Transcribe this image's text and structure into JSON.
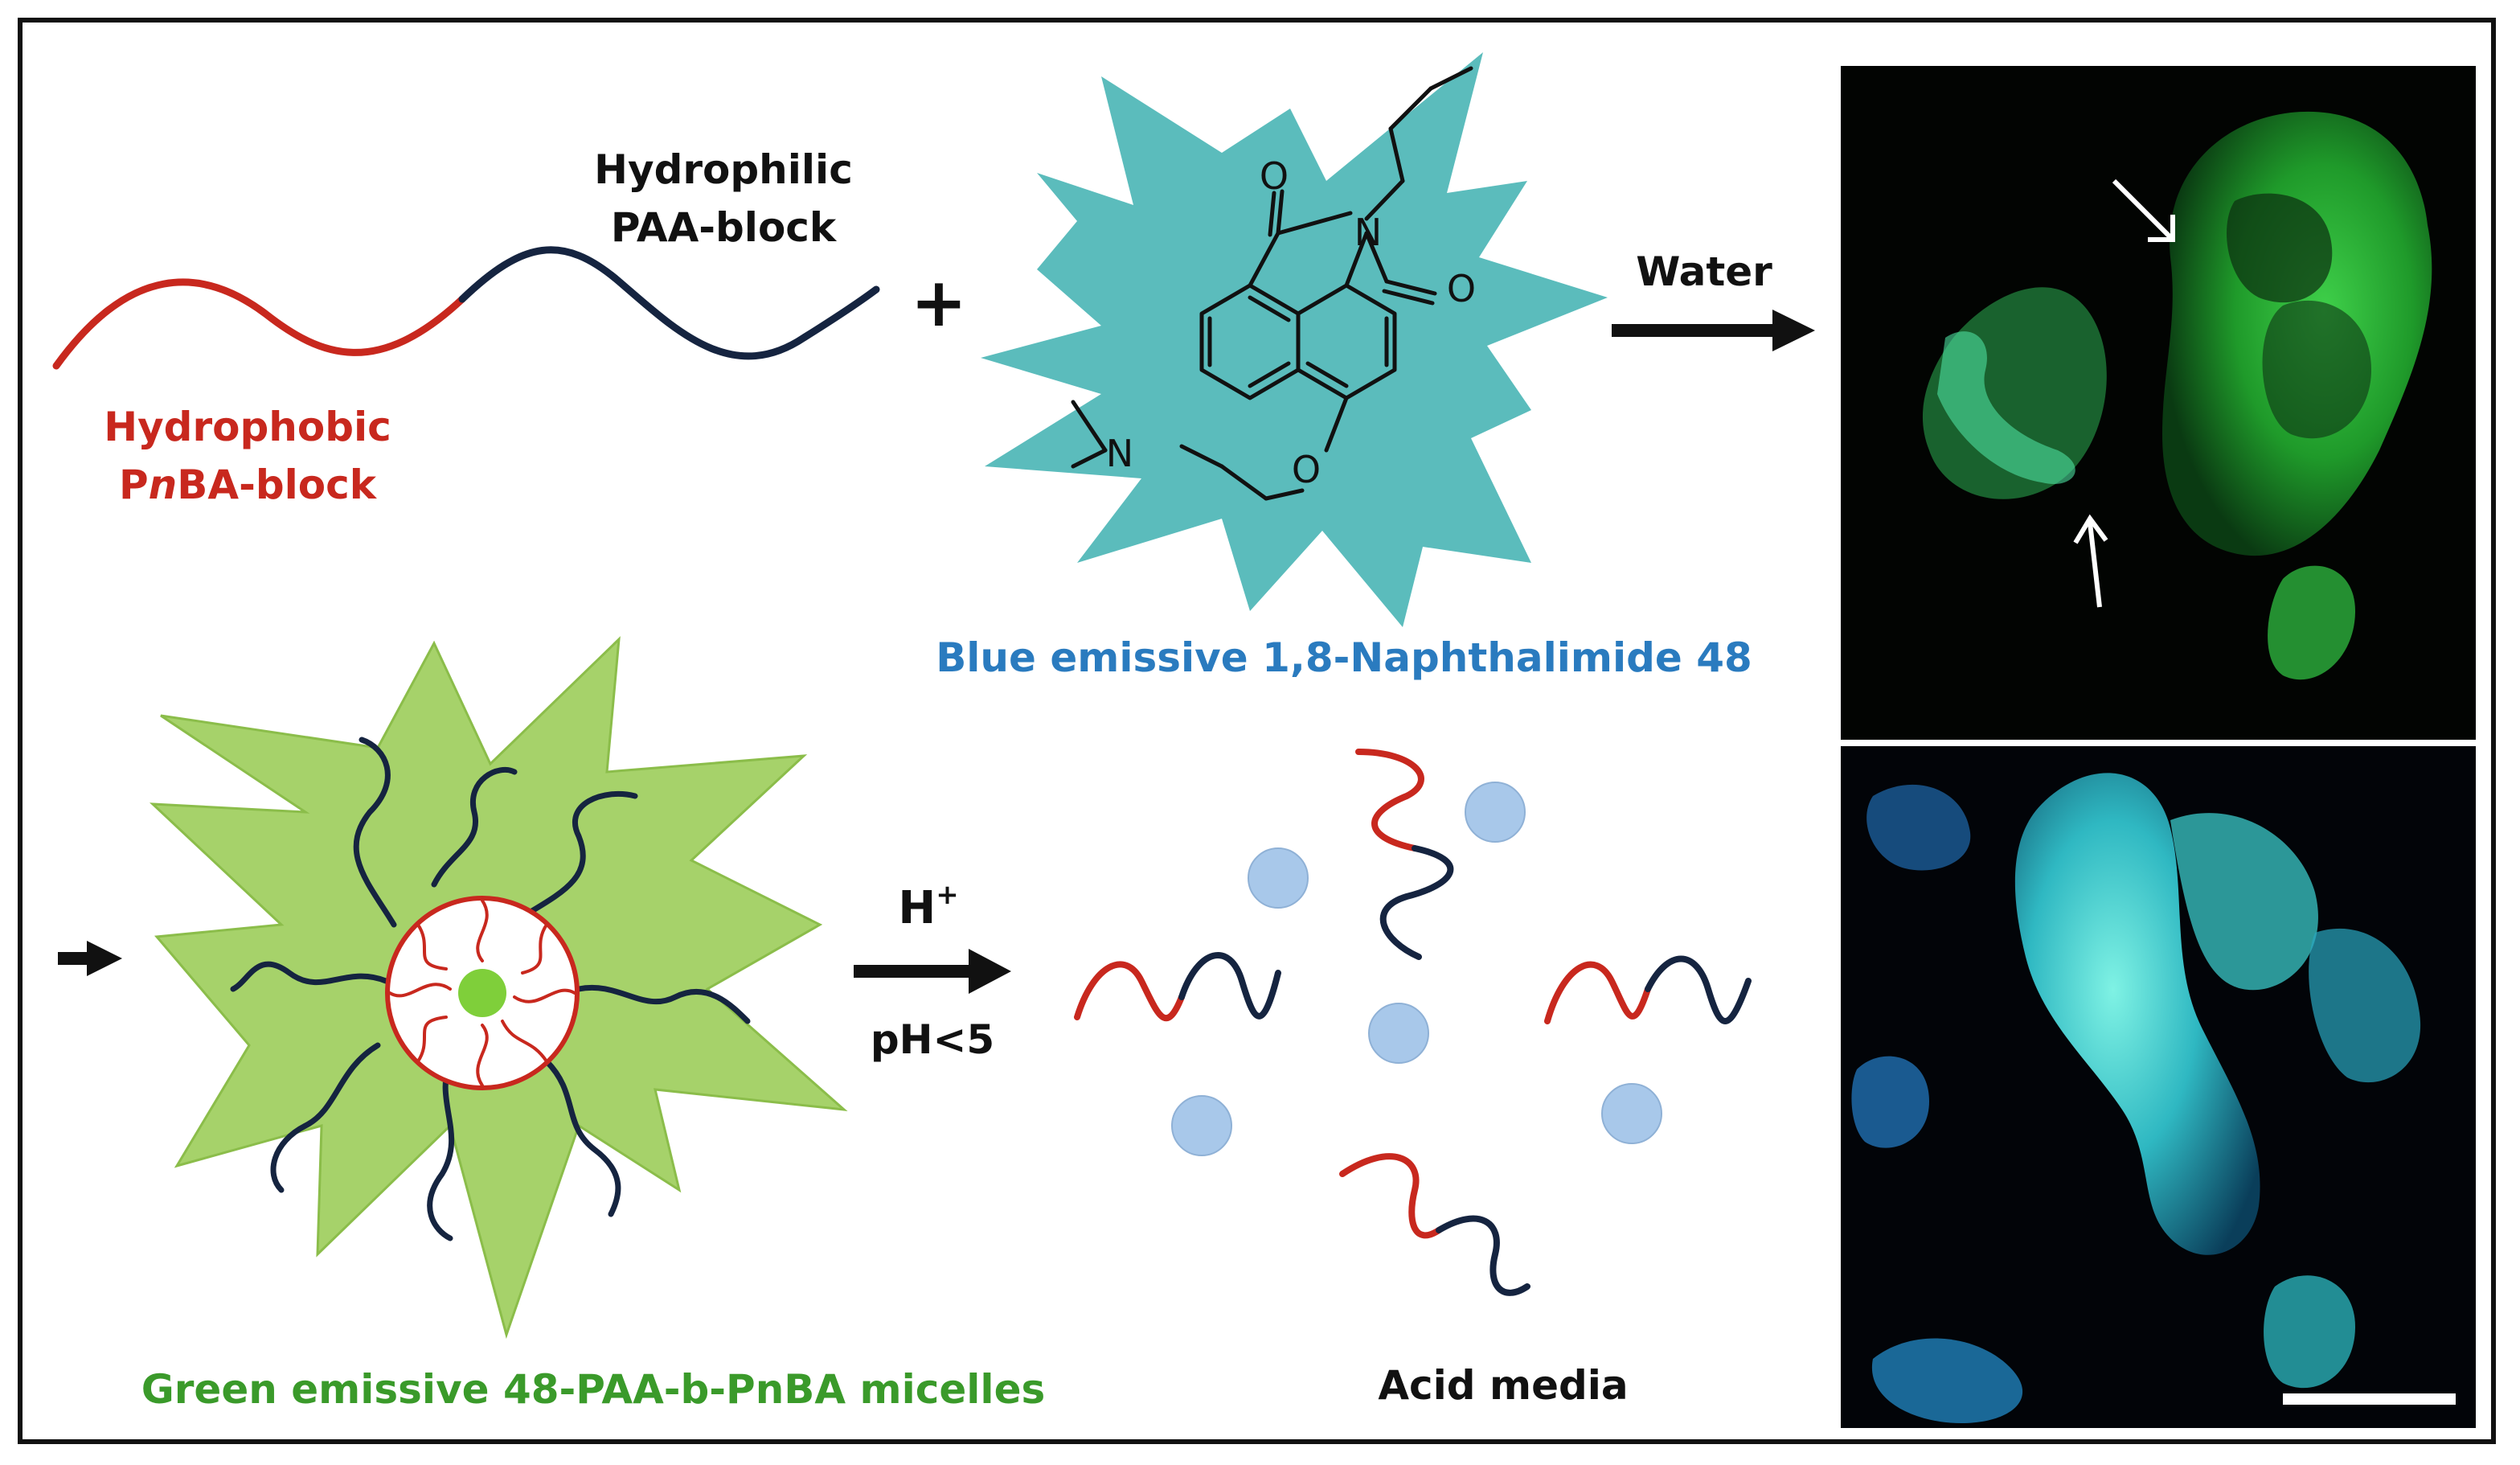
{
  "labels": {
    "hydrophilic_line1": "Hydrophilic",
    "hydrophilic_line2": "PAA-block",
    "hydrophobic_line1": "Hydrophobic",
    "hydrophobic_line2_pre": "P",
    "hydrophobic_line2_italic": "n",
    "hydrophobic_line2_post": "BA-block",
    "plus": "+",
    "water": "Water",
    "blue_caption": "Blue emissive 1,8-Naphthalimide 48",
    "green_caption": "Green emissive 48-PAA-b-PnBA micelles",
    "h_plus": "H",
    "h_plus_sup": "+",
    "ph_condition": "pH<5",
    "acid_media": "Acid media"
  },
  "atoms": {
    "oxygen": "O",
    "nitrogen": "N"
  },
  "colors": {
    "hydrophobic_block": "#c8281e",
    "hydrophilic_block": "#152440",
    "naphthalimide_star": "#5bbcbc",
    "micelle_star": "#a6d26a",
    "core_dot": "#7fcf3a",
    "free_dye": "#a8c8ea",
    "blue_caption": "#2a7bbf",
    "green_caption": "#3a9a2a",
    "hydrophobic_text": "#c8281e"
  },
  "icons": [
    "arrow-right-icon",
    "arrow-right-icon",
    "arrow-right-icon",
    "white-arrow-icon",
    "scale-bar"
  ]
}
